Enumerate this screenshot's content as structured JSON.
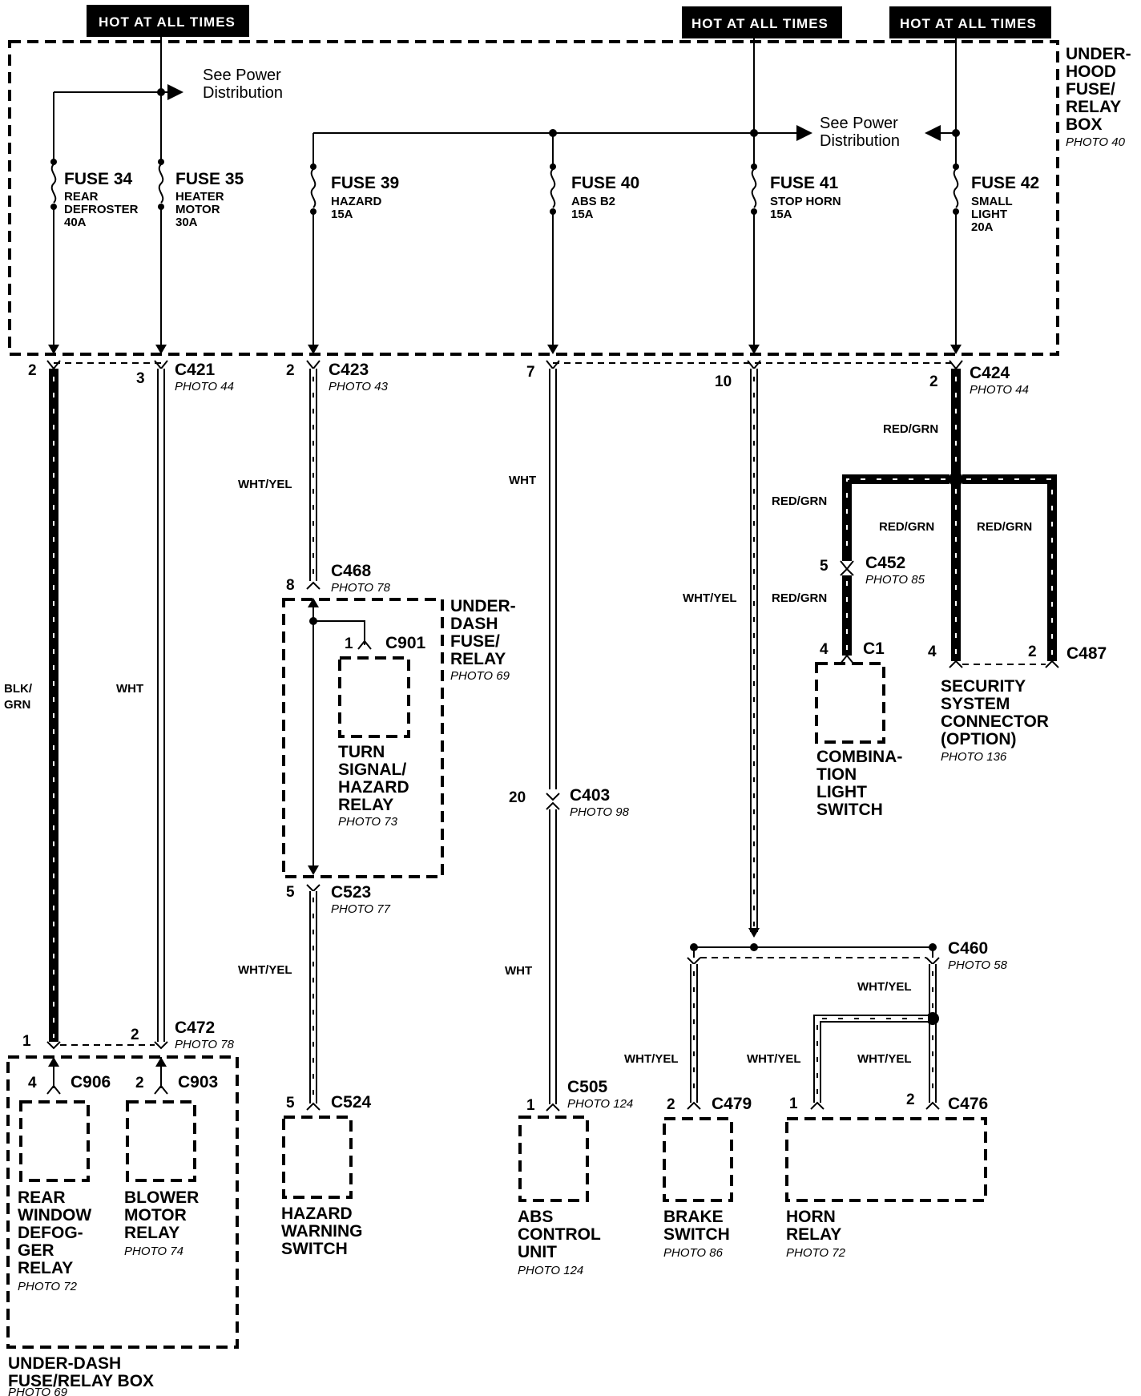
{
  "hot_labels": [
    "HOT AT ALL TIMES",
    "HOT AT ALL TIMES",
    "HOT AT ALL TIMES"
  ],
  "see_power": [
    "See Power",
    "Distribution"
  ],
  "underhood_box": {
    "name": [
      "UNDER-",
      "HOOD",
      "FUSE/",
      "RELAY",
      "BOX"
    ],
    "photo": "PHOTO 40"
  },
  "fuses": [
    {
      "name": "FUSE 34",
      "desc": [
        "REAR",
        "DEFROSTER",
        "40A"
      ]
    },
    {
      "name": "FUSE 35",
      "desc": [
        "HEATER",
        "MOTOR",
        "30A"
      ]
    },
    {
      "name": "FUSE 39",
      "desc": [
        "HAZARD",
        "15A"
      ]
    },
    {
      "name": "FUSE 40",
      "desc": [
        "ABS B2",
        "15A"
      ]
    },
    {
      "name": "FUSE 41",
      "desc": [
        "STOP  HORN",
        "15A"
      ]
    },
    {
      "name": "FUSE 42",
      "desc": [
        "SMALL",
        "LIGHT",
        "20A"
      ]
    }
  ],
  "connectors": {
    "c421": {
      "id": "C421",
      "photo": "PHOTO 44",
      "pins": [
        "2",
        "3"
      ]
    },
    "c423": {
      "id": "C423",
      "photo": "PHOTO 43",
      "pin": "2"
    },
    "c_mid": {
      "pins": [
        "7",
        "10"
      ]
    },
    "c424": {
      "id": "C424",
      "photo": "PHOTO 44",
      "pin": "2"
    },
    "c468": {
      "id": "C468",
      "photo": "PHOTO 78",
      "pin": "8"
    },
    "c901": {
      "id": "C901",
      "pin": "1"
    },
    "c452": {
      "id": "C452",
      "photo": "PHOTO 85",
      "pin": "5"
    },
    "c1": {
      "id": "C1",
      "pin": "4"
    },
    "c487": {
      "id": "C487",
      "pins": [
        "4",
        "2"
      ]
    },
    "c403": {
      "id": "C403",
      "photo": "PHOTO 98",
      "pin": "20"
    },
    "c523": {
      "id": "C523",
      "photo": "PHOTO 77",
      "pin": "5"
    },
    "c460": {
      "id": "C460",
      "photo": "PHOTO 58"
    },
    "c472": {
      "id": "C472",
      "photo": "PHOTO 78",
      "pins": [
        "1",
        "2"
      ]
    },
    "c906": {
      "id": "C906",
      "pin": "4"
    },
    "c903": {
      "id": "C903",
      "pin": "2"
    },
    "c524": {
      "id": "C524",
      "pin": "5"
    },
    "c505": {
      "id": "C505",
      "photo": "PHOTO 124",
      "pin": "1"
    },
    "c479": {
      "id": "C479",
      "pin": "2"
    },
    "c476": {
      "id": "C476",
      "pins": [
        "1",
        "2"
      ]
    }
  },
  "wires": {
    "blk_grn": [
      "BLK/",
      "GRN"
    ],
    "wht": "WHT",
    "wht_yel": "WHT/YEL",
    "red_grn": "RED/GRN"
  },
  "components": {
    "underdash_fuse_relay": {
      "name": [
        "UNDER-",
        "DASH",
        "FUSE/",
        "RELAY"
      ],
      "photo": "PHOTO 69"
    },
    "turn_signal_relay": {
      "name": [
        "TURN",
        "SIGNAL/",
        "HAZARD",
        "RELAY"
      ],
      "photo": "PHOTO 73"
    },
    "combination_switch": {
      "name": [
        "COMBINA-",
        "TION",
        "LIGHT",
        "SWITCH"
      ]
    },
    "security_connector": {
      "name": [
        "SECURITY",
        "SYSTEM",
        "CONNECTOR",
        "(OPTION)"
      ],
      "photo": "PHOTO 136"
    },
    "rear_defog_relay": {
      "name": [
        "REAR",
        "WINDOW",
        "DEFOG-",
        "GER",
        "RELAY"
      ],
      "photo": "PHOTO 72"
    },
    "blower_motor_relay": {
      "name": [
        "BLOWER",
        "MOTOR",
        "RELAY"
      ],
      "photo": "PHOTO 74"
    },
    "hazard_switch": {
      "name": [
        "HAZARD",
        "WARNING",
        "SWITCH"
      ]
    },
    "abs_unit": {
      "name": [
        "ABS",
        "CONTROL",
        "UNIT"
      ],
      "photo": "PHOTO 124"
    },
    "brake_switch": {
      "name": [
        "BRAKE",
        "SWITCH"
      ],
      "photo": "PHOTO 86"
    },
    "horn_relay": {
      "name": [
        "HORN",
        "RELAY"
      ],
      "photo": "PHOTO 72"
    },
    "underdash_box": {
      "name": [
        "UNDER-DASH",
        "FUSE/RELAY BOX"
      ],
      "photo": "PHOTO 69"
    }
  }
}
